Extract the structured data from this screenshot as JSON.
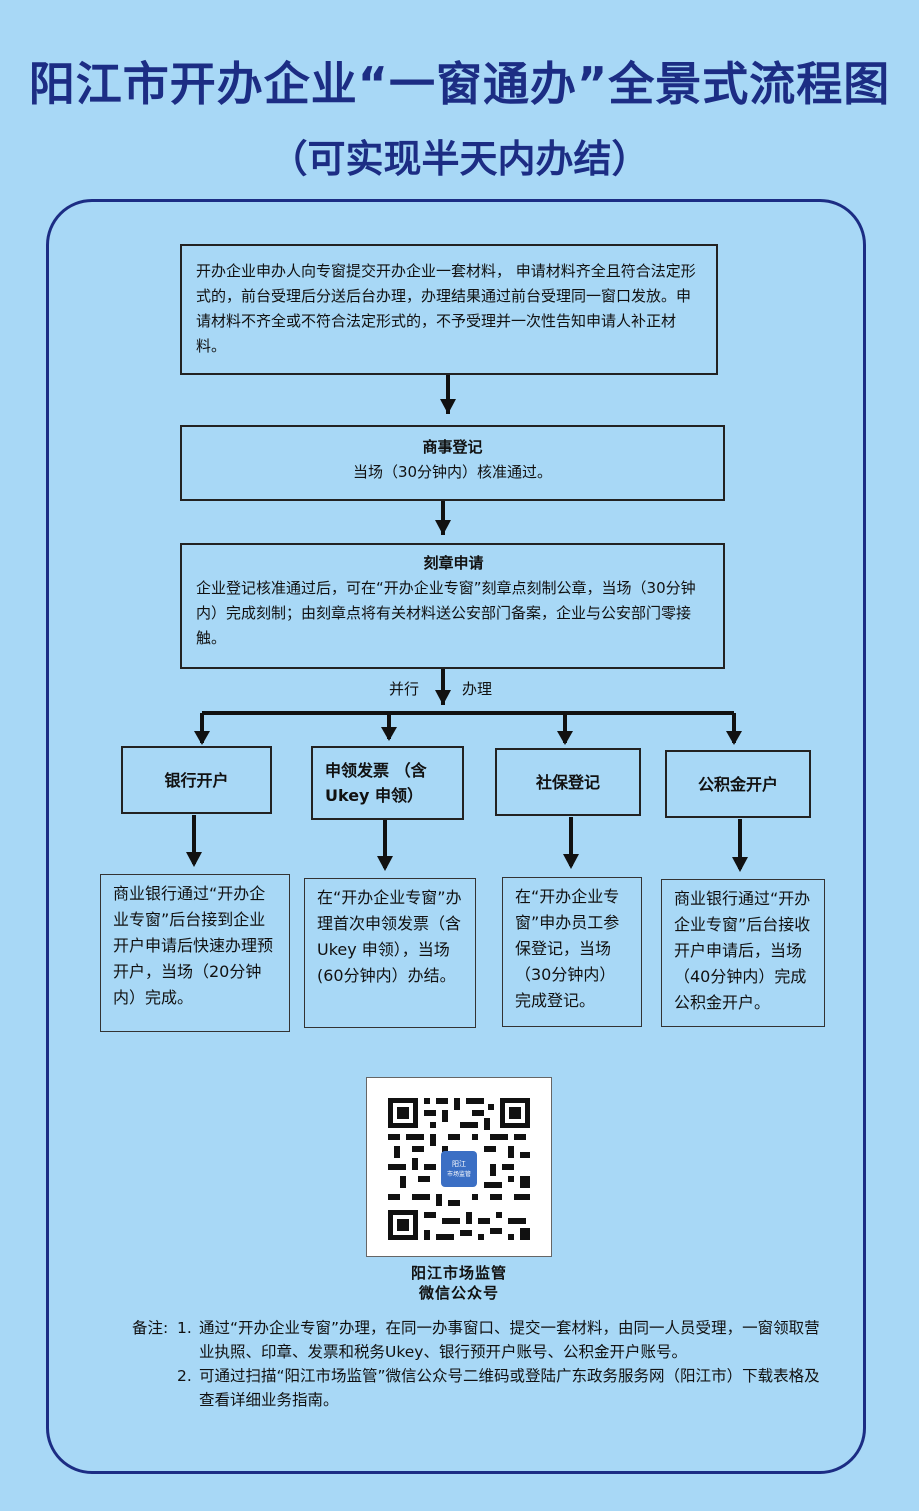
{
  "title": "阳江市开办企业“一窗通办”全景式流程图",
  "subtitle": "（可实现半天内办结）",
  "step1": {
    "text": "开办企业申办人向专窗提交开办企业一套材料， 申请材料齐全且符合法定形式的，前台受理后分送后台办理，办理结果通过前台受理同一窗口发放。申请材料不齐全或不符合法定形式的，不予受理并一次性告知申请人补正材料。"
  },
  "step2": {
    "title": "商事登记",
    "text": "当场（30分钟内）核准通过。"
  },
  "step3": {
    "title": "刻章申请",
    "text": "企业登记核准通过后，可在“开办企业专窗”刻章点刻制公章，当场（30分钟内）完成刻制；由刻章点将有关材料送公安部门备案，企业与公安部门零接触。"
  },
  "parallel": {
    "left": "并行",
    "right": "办理"
  },
  "branches": [
    {
      "title": "银行开户",
      "detail": "商业银行通过“开办企业专窗”后台接到企业开户申请后快速办理预开户，当场（20分钟内）完成。"
    },
    {
      "title": "申领发票 （含Ukey 申领）",
      "detail": "在“开办企业专窗”办理首次申领发票（含 Ukey 申领），当场(60分钟内）办结。"
    },
    {
      "title": "社保登记",
      "detail": "在“开办企业专窗”申办员工参保登记，当场（30分钟内）完成登记。"
    },
    {
      "title": "公积金开户",
      "detail": "商业银行通过“开办企业专窗”后台接收开户申请后，当场（40分钟内）完成公积金开户。"
    }
  ],
  "qr": {
    "center_label_1": "阳江",
    "center_label_2": "市场监管",
    "caption_line1": "阳江市场监管",
    "caption_line2": "微信公众号"
  },
  "notes": {
    "head": "备注:",
    "items": [
      {
        "num": "1.",
        "text": "通过“开办企业专窗”办理，在同一办事窗口、提交一套材料，由同一人员受理，一窗领取营业执照、印章、发票和税务Ukey、银行预开户账号、公积金开户账号。"
      },
      {
        "num": "2.",
        "text": "可通过扫描“阳江市场监管”微信公众号二维码或登陆广东政务服务网（阳江市）下载表格及查看详细业务指南。"
      }
    ]
  },
  "colors": {
    "background": "#a8d8f6",
    "title": "#1c2d84",
    "frame": "#1c2d84",
    "qr_center": "#3b6fc4"
  }
}
